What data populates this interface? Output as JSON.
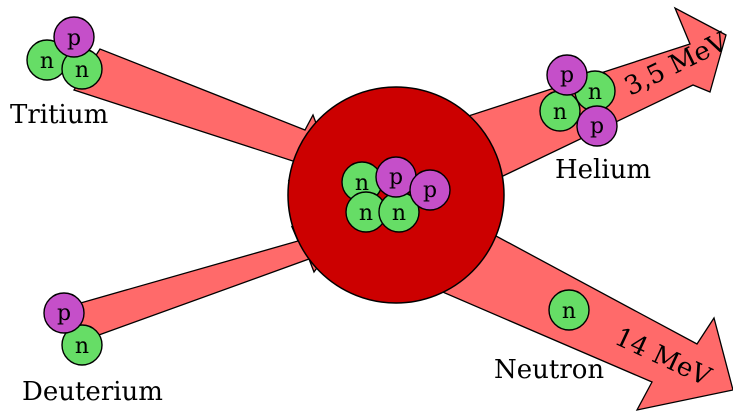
{
  "labels": {
    "tritium": "Tritium",
    "deuterium": "Deuterium",
    "helium": "Helium",
    "neutron": "Neutron",
    "helium_energy": "3,5 MeV",
    "neutron_energy": "14 MeV"
  },
  "particles": {
    "proton": "p",
    "neutron": "n"
  },
  "colors": {
    "arrow": "#ff6a6a",
    "core": "#cc0000",
    "proton": "#c54fc9",
    "neutron": "#66dd66"
  }
}
